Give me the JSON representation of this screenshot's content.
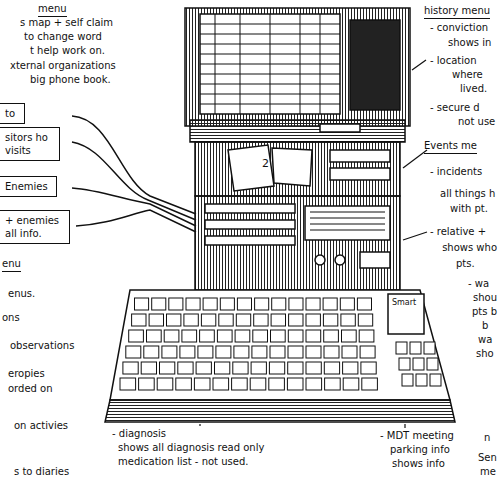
{
  "diagram": {
    "nodes": [
      {
        "text": [
          "to"
        ]
      },
      {
        "text": [
          "sitors ho visits"
        ]
      },
      {
        "text": [
          "Enemies"
        ]
      },
      {
        "text": [
          "+ enemies all info."
        ]
      }
    ],
    "labels": [
      "menu",
      "s map + self claim",
      "to change word",
      "t help work on.",
      "xternal organizations",
      "big phone book.",
      "enu",
      "enus.",
      "ons",
      "observations",
      "eropies",
      "orded on",
      "on activies",
      "s to diaries",
      "- diagnosis",
      "shows all diagnosis read only",
      "medication list - not used.",
      "2",
      "Smart",
      "history menu",
      "- conviction",
      "shows in",
      "- location",
      "where",
      "lived.",
      "- secure d",
      "not use",
      "Events me",
      "- incidents",
      "all things h",
      "with pt.",
      "- relative +",
      "shows who",
      "pts.",
      "- wa",
      "shou",
      "pts b",
      "b",
      "wa",
      "sho",
      "- MDT meeting",
      "parking info",
      "shows info",
      "n",
      "Sen",
      "me"
    ]
  }
}
